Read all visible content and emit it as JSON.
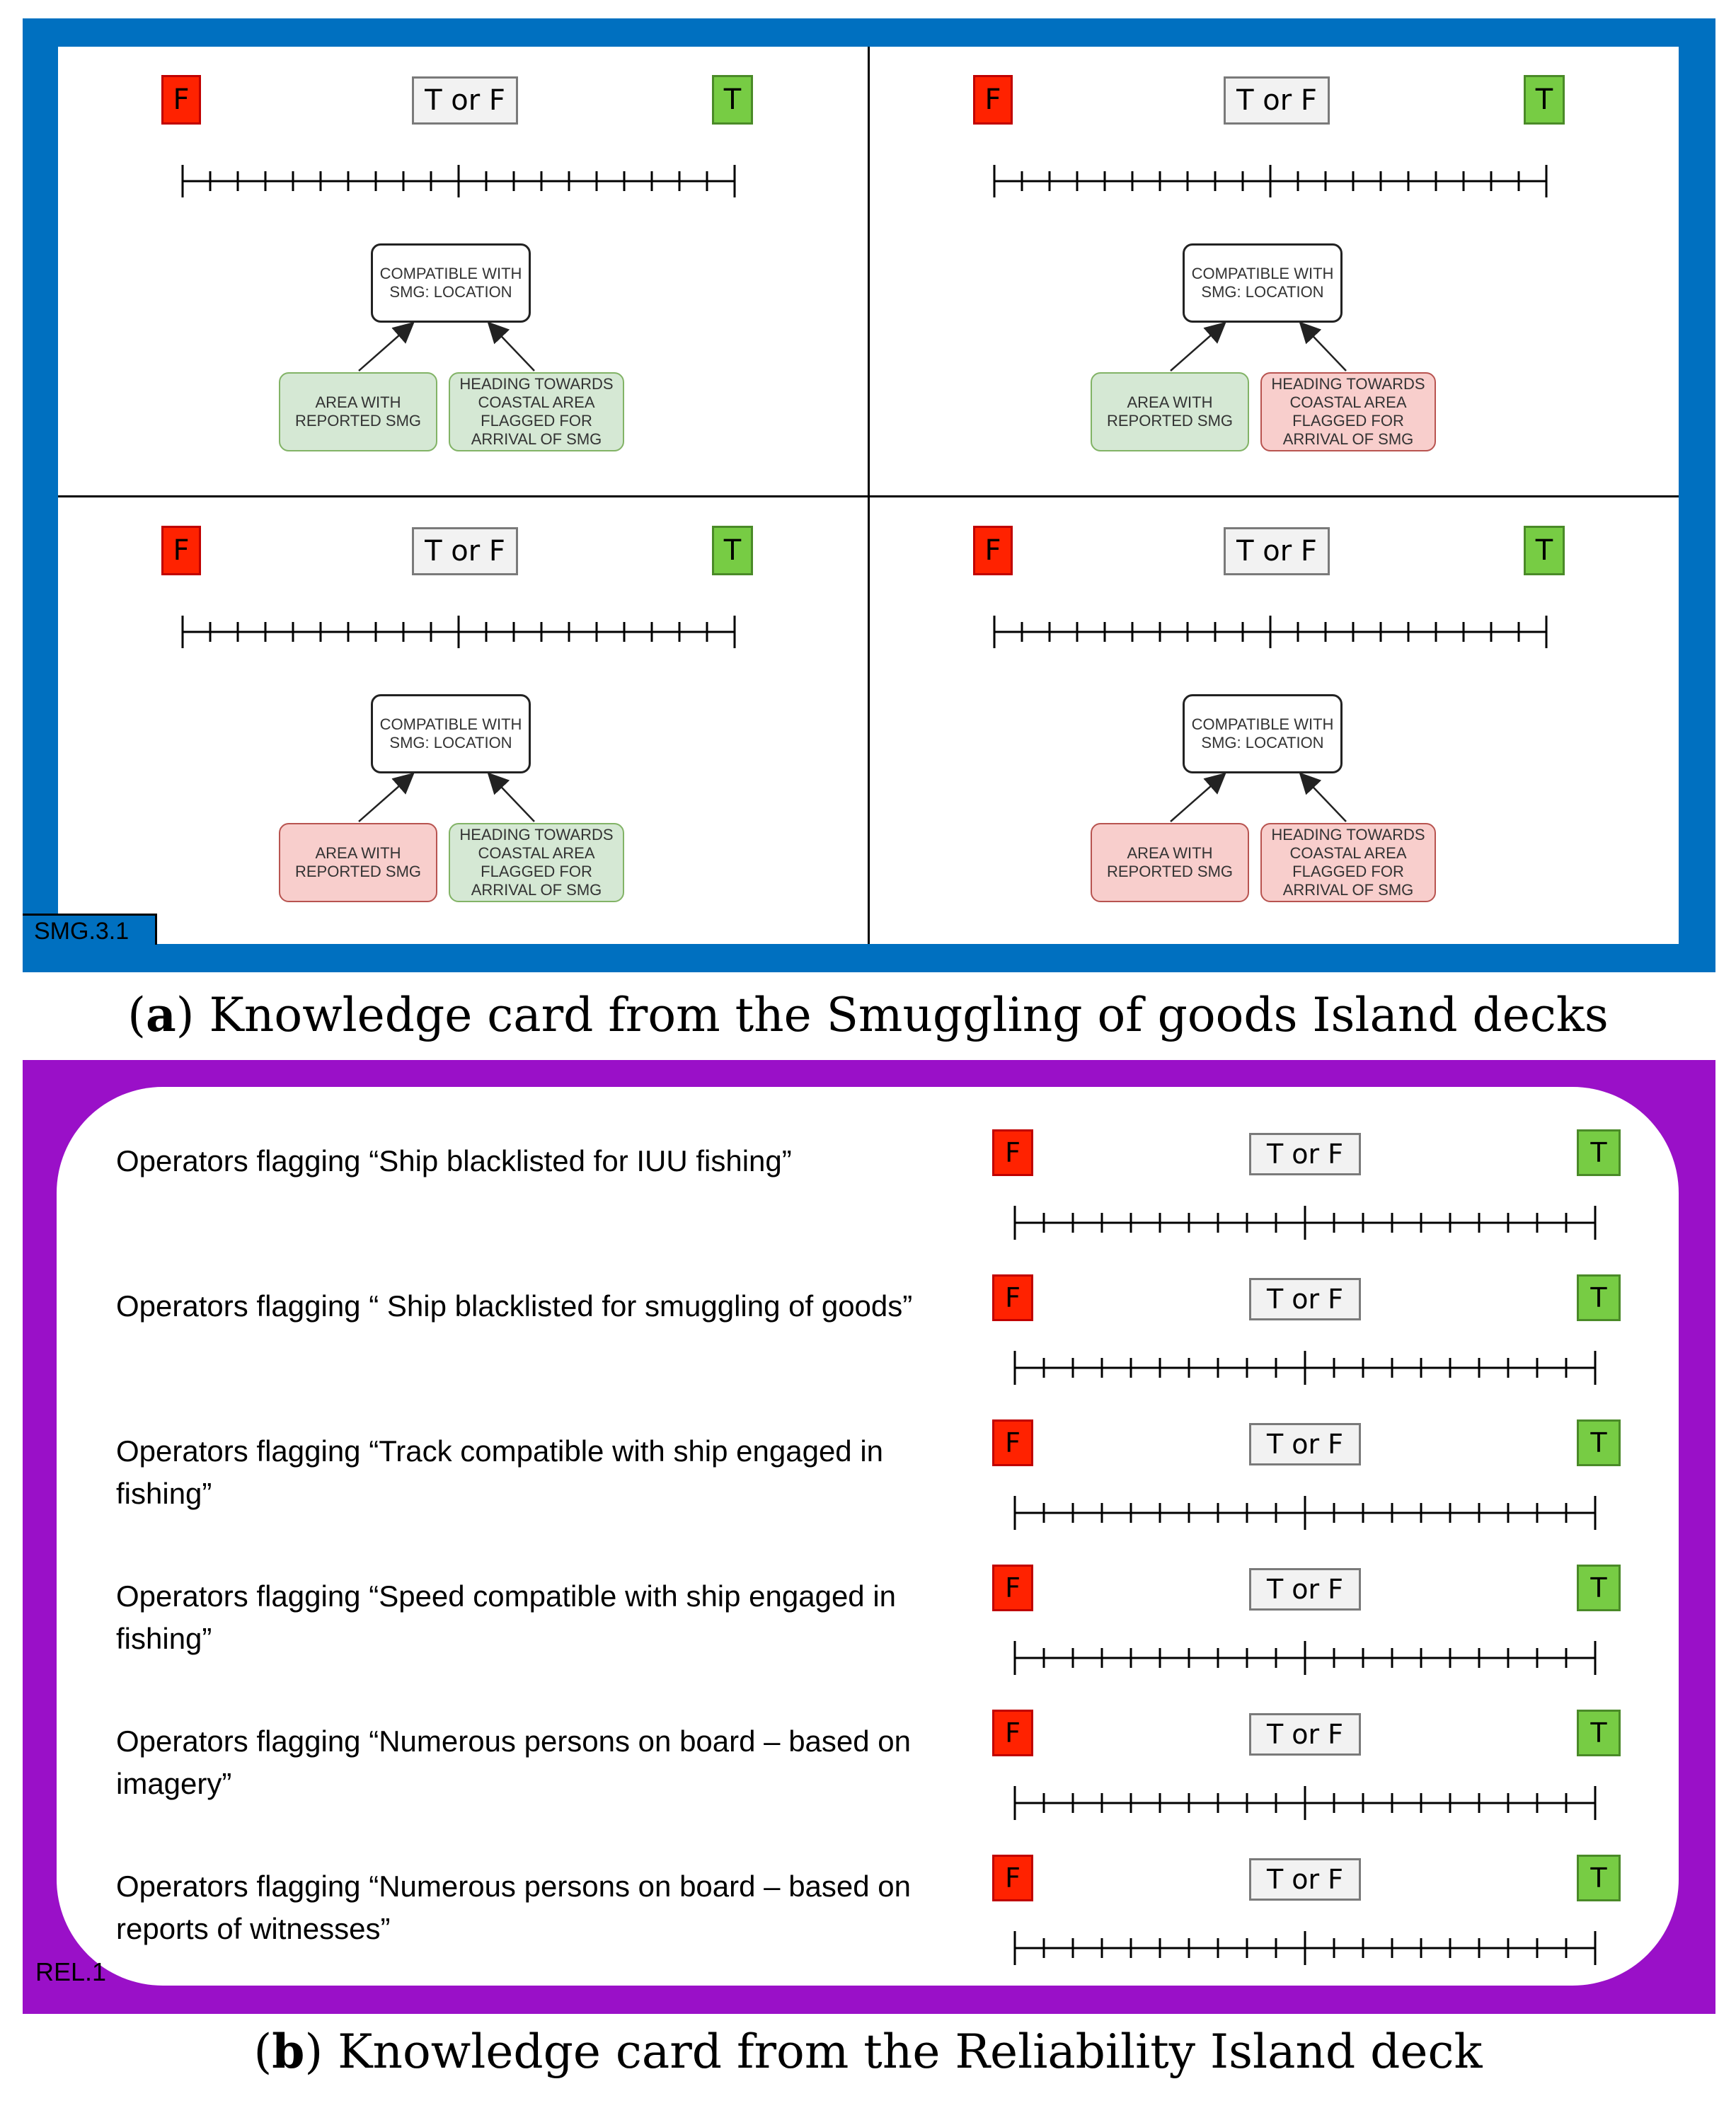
{
  "card_a": {
    "label": "SMG.3.1",
    "quadrants": [
      {
        "f": "F",
        "t": "T",
        "tf": "T or F",
        "root": "COMPATIBLE WITH\nSMG: LOCATION",
        "left_leaf": "AREA WITH\nREPORTED SMG",
        "left_state": "green",
        "right_leaf": "HEADING TOWARDS\nCOASTAL AREA\nFLAGGED FOR\nARRIVAL OF SMG",
        "right_state": "green"
      },
      {
        "f": "F",
        "t": "T",
        "tf": "T or F",
        "root": "COMPATIBLE WITH\nSMG: LOCATION",
        "left_leaf": "AREA WITH\nREPORTED SMG",
        "left_state": "green",
        "right_leaf": "HEADING TOWARDS\nCOASTAL AREA\nFLAGGED FOR\nARRIVAL OF SMG",
        "right_state": "red"
      },
      {
        "f": "F",
        "t": "T",
        "tf": "T or F",
        "root": "COMPATIBLE WITH\nSMG: LOCATION",
        "left_leaf": "AREA WITH\nREPORTED SMG",
        "left_state": "red",
        "right_leaf": "HEADING TOWARDS\nCOASTAL AREA\nFLAGGED FOR\nARRIVAL OF SMG",
        "right_state": "green"
      },
      {
        "f": "F",
        "t": "T",
        "tf": "T or F",
        "root": "COMPATIBLE WITH\nSMG: LOCATION",
        "left_leaf": "AREA WITH\nREPORTED SMG",
        "left_state": "red",
        "right_leaf": "HEADING TOWARDS\nCOASTAL AREA\nFLAGGED FOR\nARRIVAL OF SMG",
        "right_state": "red"
      }
    ]
  },
  "caption_a": {
    "letter": "a",
    "text": ") Knowledge card from the Smuggling of goods Island decks"
  },
  "card_b": {
    "label": "REL.1",
    "rows": [
      {
        "text": "Operators flagging “Ship blacklisted for IUU fishing”",
        "f": "F",
        "t": "T",
        "tf": "T or F"
      },
      {
        "text": "Operators flagging “ Ship blacklisted for smuggling of goods”",
        "f": "F",
        "t": "T",
        "tf": "T or F"
      },
      {
        "text": "Operators flagging “Track compatible with ship engaged in fishing”",
        "f": "F",
        "t": "T",
        "tf": "T or F"
      },
      {
        "text": "Operators flagging “Speed compatible with ship engaged in fishing”",
        "f": "F",
        "t": "T",
        "tf": "T or F"
      },
      {
        "text": "Operators flagging “Numerous persons on board – based on imagery”",
        "f": "F",
        "t": "T",
        "tf": "T or F"
      },
      {
        "text": "Operators flagging “Numerous persons on board – based on reports of witnesses”",
        "f": "F",
        "t": "T",
        "tf": "T or F"
      }
    ]
  },
  "caption_b": {
    "letter": "b",
    "text": ") Knowledge card from the Reliability Island deck"
  }
}
